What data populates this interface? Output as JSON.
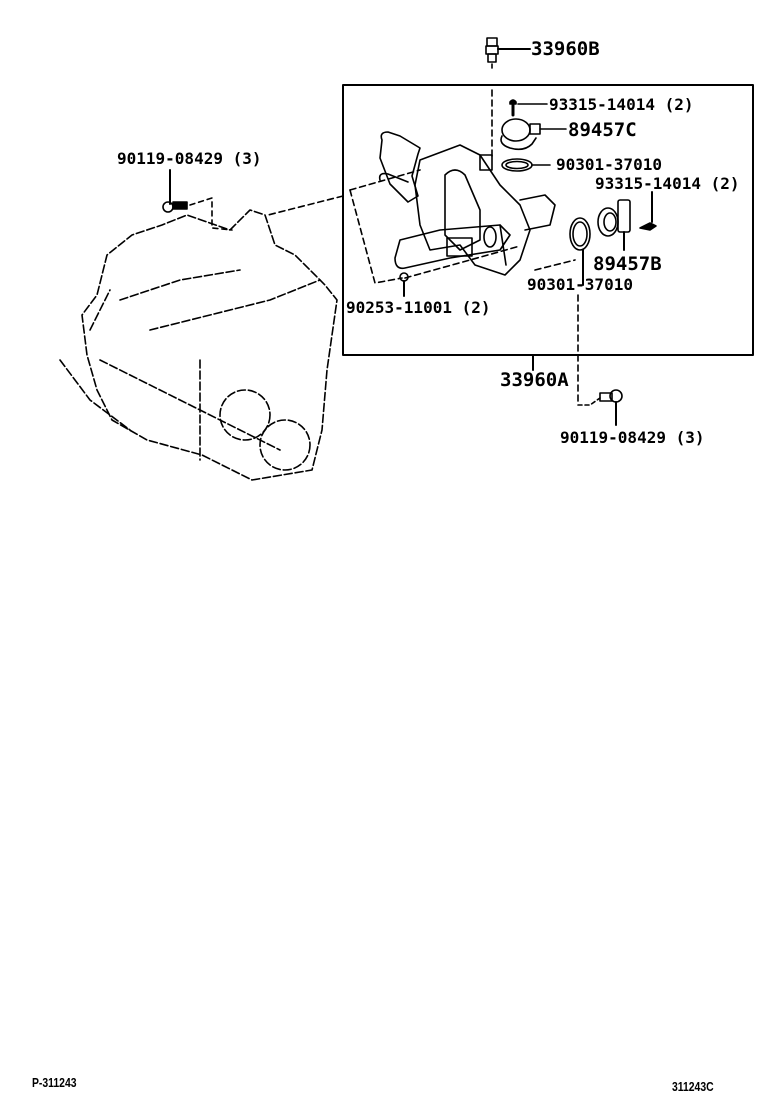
{
  "diagram": {
    "type": "exploded-parts-diagram",
    "assembly_box_label": "33960A",
    "parts": [
      {
        "id": "33960B",
        "label": "33960B",
        "description": "plug/sensor at top"
      },
      {
        "id": "93315-14014-top",
        "label": "93315-14014 (2)",
        "description": "screw"
      },
      {
        "id": "89457C",
        "label": "89457C",
        "description": "sensor"
      },
      {
        "id": "90301-37010-top",
        "label": "90301-37010",
        "description": "o-ring"
      },
      {
        "id": "93315-14014-right",
        "label": "93315-14014 (2)",
        "description": "screw"
      },
      {
        "id": "89457B",
        "label": "89457B",
        "description": "sensor"
      },
      {
        "id": "90301-37010-right",
        "label": "90301-37010",
        "description": "o-ring"
      },
      {
        "id": "90253-11001",
        "label": "90253-11001 (2)",
        "description": "pin"
      },
      {
        "id": "33960A",
        "label": "33960A",
        "description": "shift control assembly"
      },
      {
        "id": "90119-08429-left",
        "label": "90119-08429 (3)",
        "description": "bolt"
      },
      {
        "id": "90119-08429-right",
        "label": "90119-08429 (3)",
        "description": "bolt"
      }
    ]
  },
  "footer": {
    "left_code": "P-311243",
    "right_code": "311243C"
  }
}
